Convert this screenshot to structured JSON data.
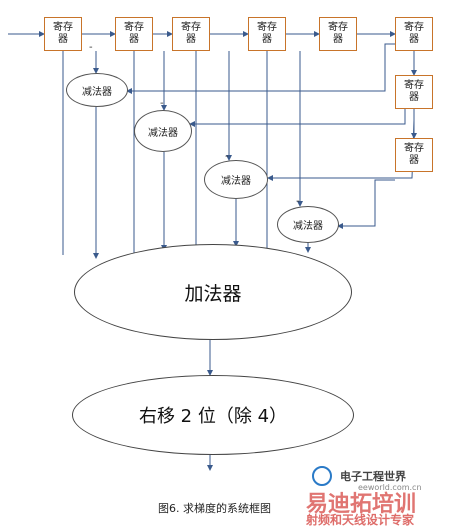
{
  "diagram": {
    "register_label": "寄存器",
    "subtractor_label": "减法器",
    "adder_label": "加法器",
    "shift_label": "右移 2 位（除 4）",
    "minus_sign": "-"
  },
  "caption": "图6. 求梯度的系统框图",
  "watermark": {
    "site_name": "电子工程世界",
    "site_url": "eeworld.com.cn",
    "brand_cn": "易迪拓培训",
    "brand_sub": "射频和天线设计专家"
  },
  "colors": {
    "register_border": "#c8742a",
    "line": "#3a5a8c",
    "brand_red": "#d9534f"
  }
}
